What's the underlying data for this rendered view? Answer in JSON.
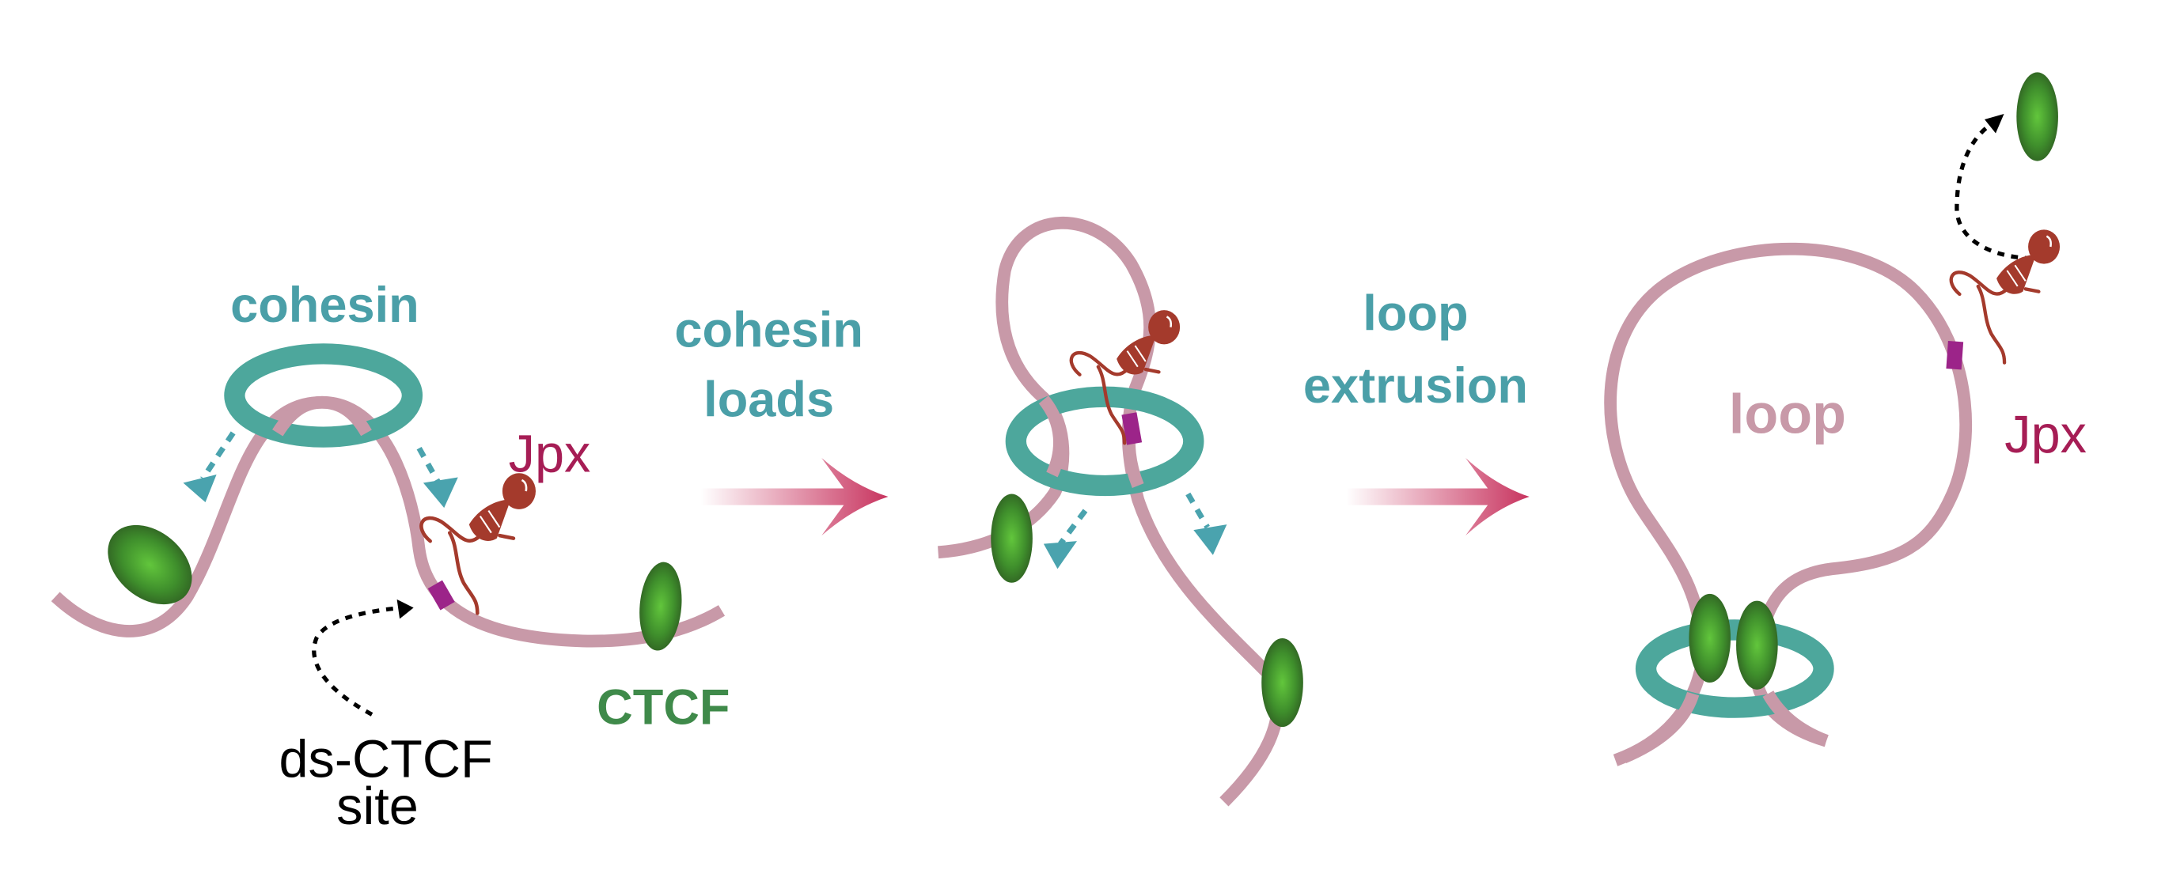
{
  "figure": {
    "panel1": {
      "cohesin_label": "cohesin",
      "jpx_label": "Jpx",
      "ctcf_label": "CTCF",
      "site_label_line1": "ds-CTCF",
      "site_label_line2": "site"
    },
    "step1": {
      "line1": "cohesin",
      "line2": "loads"
    },
    "step2": {
      "line1": "loop",
      "line2": "extrusion"
    },
    "panel3": {
      "loop_label": "loop",
      "jpx_label": "Jpx"
    }
  },
  "colors": {
    "cohesin": "#4da79c",
    "cohesin_text": "#4a9fa8",
    "chromatin": "#c899a8",
    "ctcf_site": "#9c2489",
    "ctcf_text": "#3f8a4a",
    "jpx_text": "#a61d55",
    "rna": "#a43a2c",
    "arrow": "#c8345f"
  }
}
